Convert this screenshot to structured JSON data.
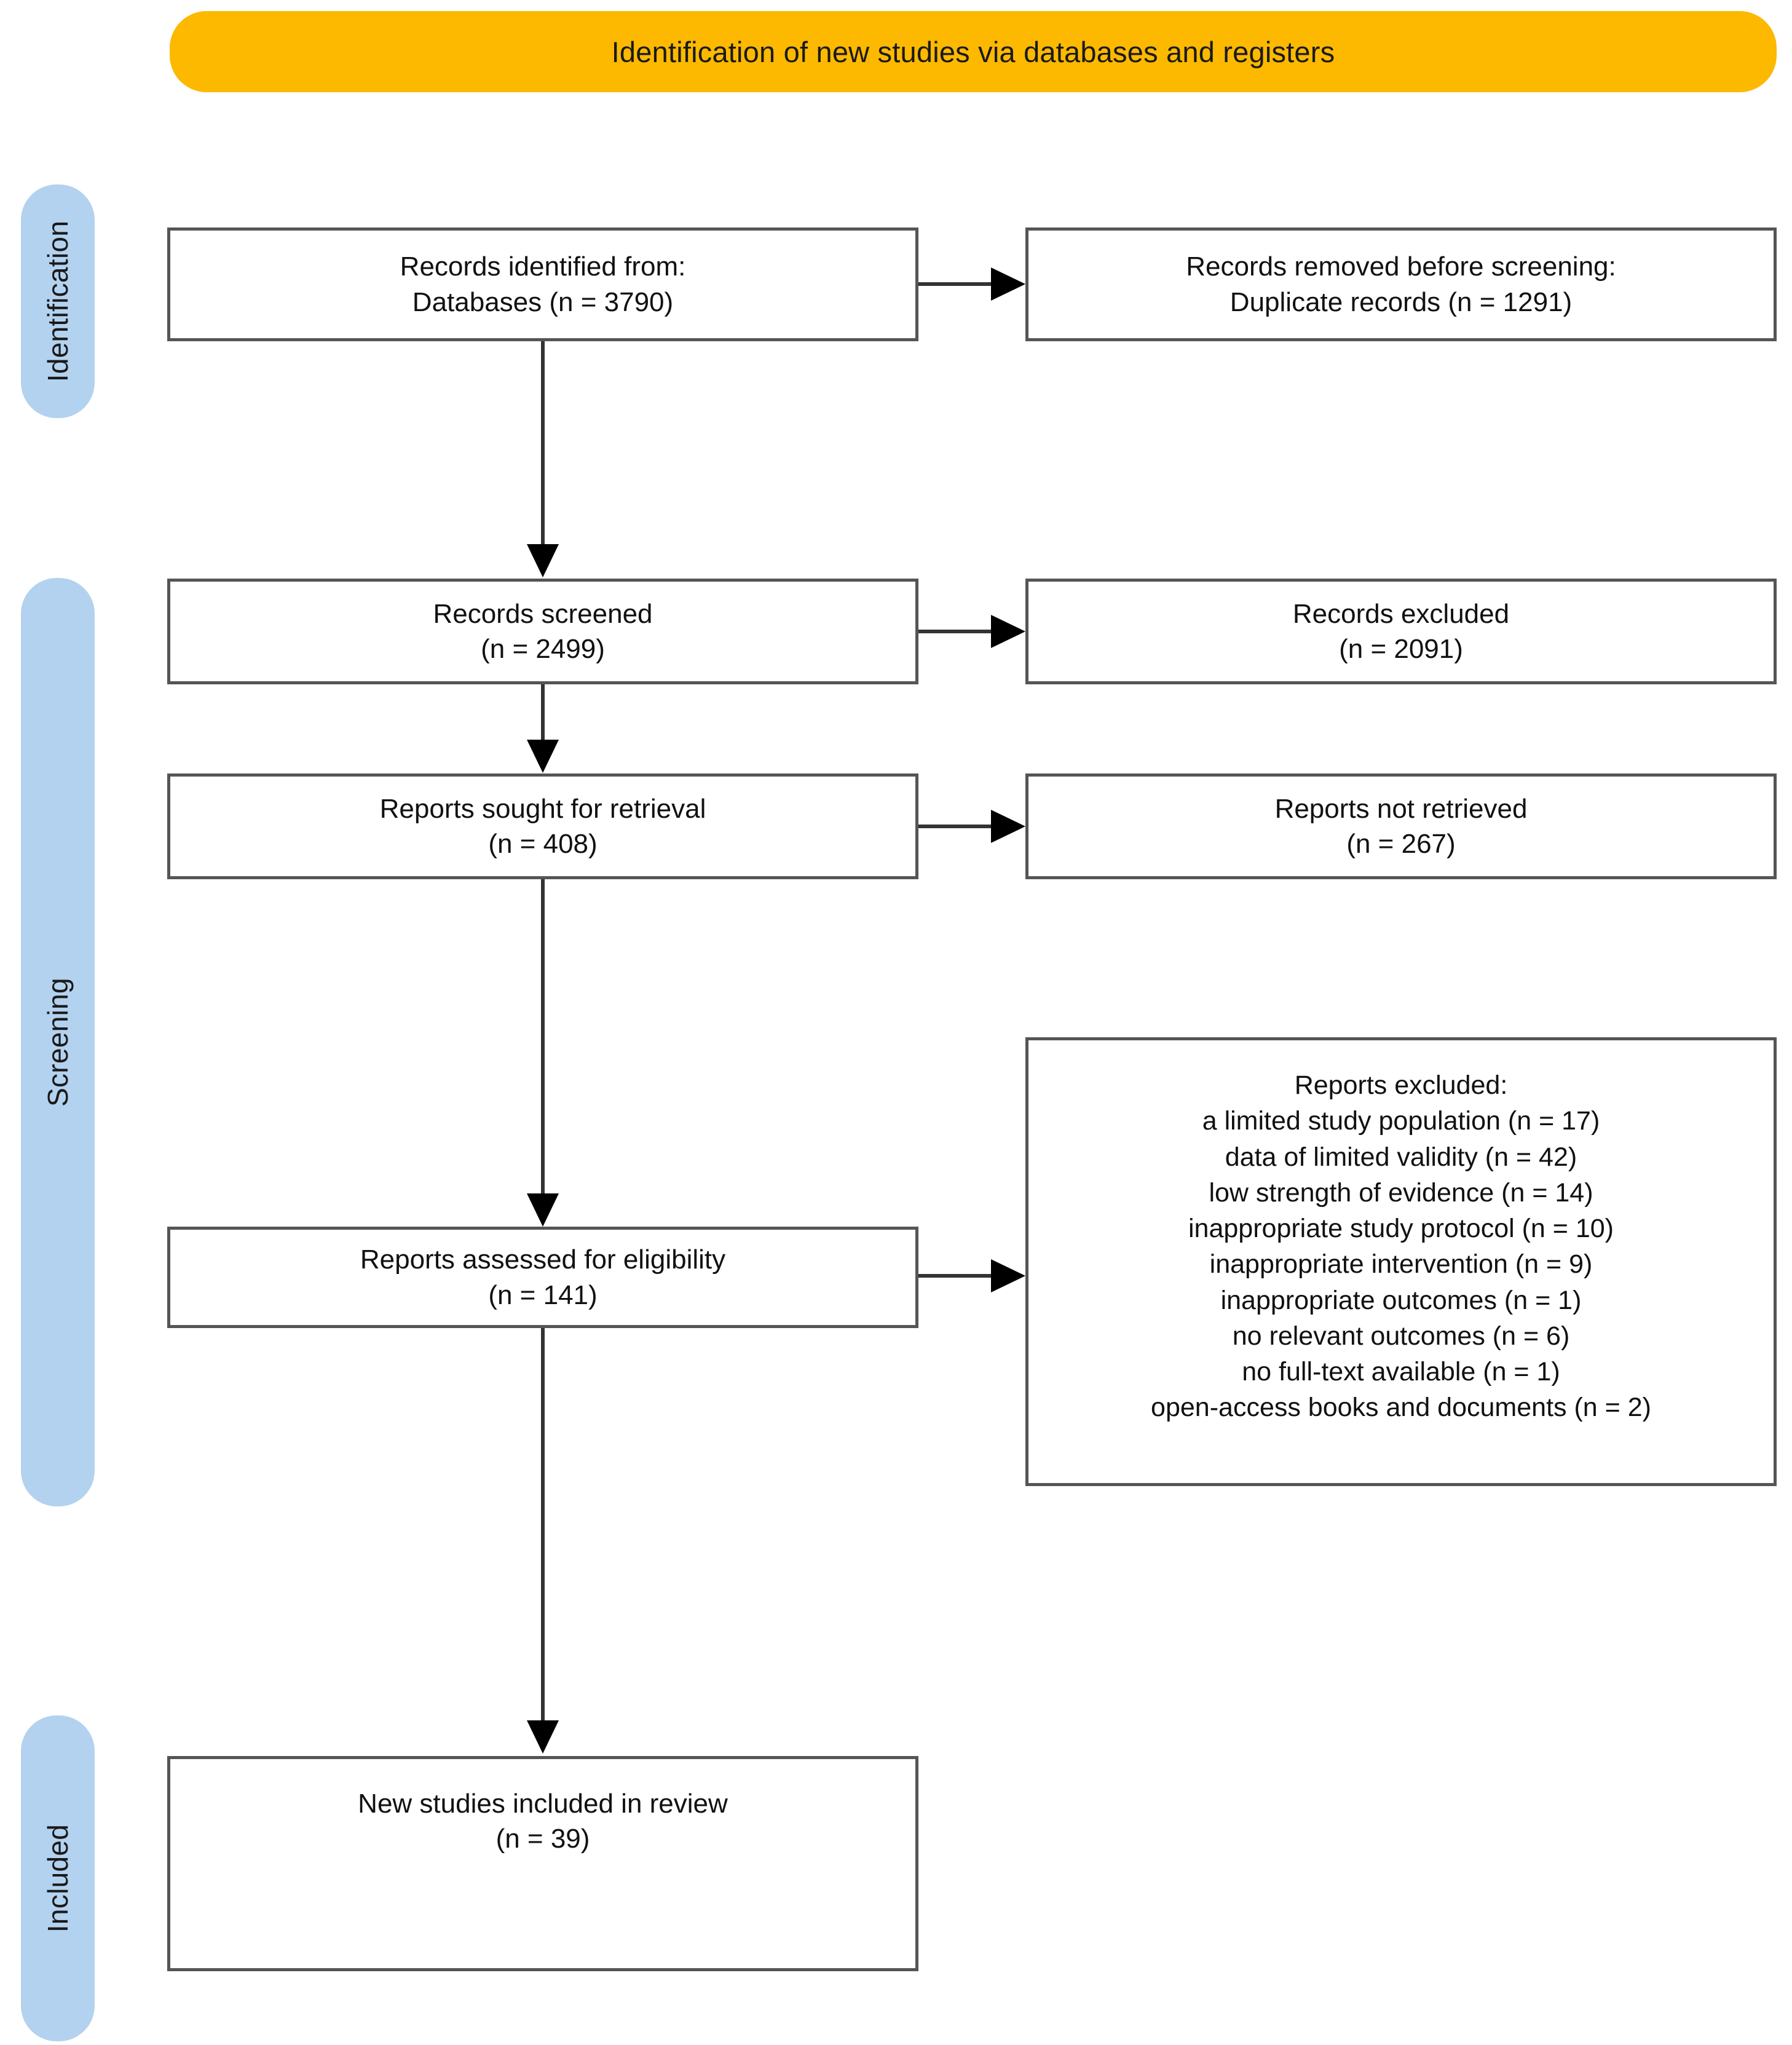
{
  "banner": {
    "title": "Identification of new studies via databases and registers",
    "color": "#fcb900"
  },
  "stages": [
    {
      "label": "Identification",
      "color": "#b3d2ef"
    },
    {
      "label": "Screening",
      "color": "#b3d2ef"
    },
    {
      "label": "Included",
      "color": "#b3d2ef"
    }
  ],
  "nodes": {
    "identified": {
      "lines": [
        "Records identified from:",
        "Databases (n = 3790)"
      ]
    },
    "removed": {
      "lines": [
        "Records removed before screening:",
        "Duplicate records (n = 1291)"
      ]
    },
    "screened": {
      "lines": [
        "Records screened",
        "(n = 2499)"
      ]
    },
    "records_excluded": {
      "lines": [
        "Records excluded",
        "(n = 2091)"
      ]
    },
    "sought": {
      "lines": [
        "Reports sought for retrieval",
        "(n = 408)"
      ]
    },
    "not_retrieved": {
      "lines": [
        "Reports not retrieved",
        "(n = 267)"
      ]
    },
    "assessed": {
      "lines": [
        "Reports assessed for eligibility",
        "(n = 141)"
      ]
    },
    "reports_excluded": {
      "lines": [
        "Reports excluded:",
        "a limited study population (n = 17)",
        "data of limited validity (n = 42)",
        "low strength of evidence (n = 14)",
        "inappropriate study protocol (n = 10)",
        "inappropriate intervention (n = 9)",
        "inappropriate outcomes (n = 1)",
        "no relevant outcomes (n = 6)",
        "no full-text available (n = 1)",
        "open-access books and documents (n = 2)"
      ]
    },
    "included": {
      "lines": [
        "New studies included in review",
        "(n = 39)"
      ]
    }
  },
  "chart_data": {
    "type": "diagram",
    "title": "Identification of new studies via databases and registers",
    "stages": [
      "Identification",
      "Screening",
      "Included"
    ],
    "counts": {
      "records_identified_databases": 3790,
      "duplicate_records_removed": 1291,
      "records_screened": 2499,
      "records_excluded": 2091,
      "reports_sought_for_retrieval": 408,
      "reports_not_retrieved": 267,
      "reports_assessed_for_eligibility": 141,
      "new_studies_included_in_review": 39
    },
    "exclusion_reasons": [
      {
        "reason": "a limited study population",
        "n": 17
      },
      {
        "reason": "data of limited validity",
        "n": 42
      },
      {
        "reason": "low strength of evidence",
        "n": 14
      },
      {
        "reason": "inappropriate study protocol",
        "n": 10
      },
      {
        "reason": "inappropriate intervention",
        "n": 9
      },
      {
        "reason": "inappropriate outcomes",
        "n": 1
      },
      {
        "reason": "no relevant outcomes",
        "n": 6
      },
      {
        "reason": "no full-text available",
        "n": 1
      },
      {
        "reason": "open-access books and documents",
        "n": 2
      }
    ]
  }
}
